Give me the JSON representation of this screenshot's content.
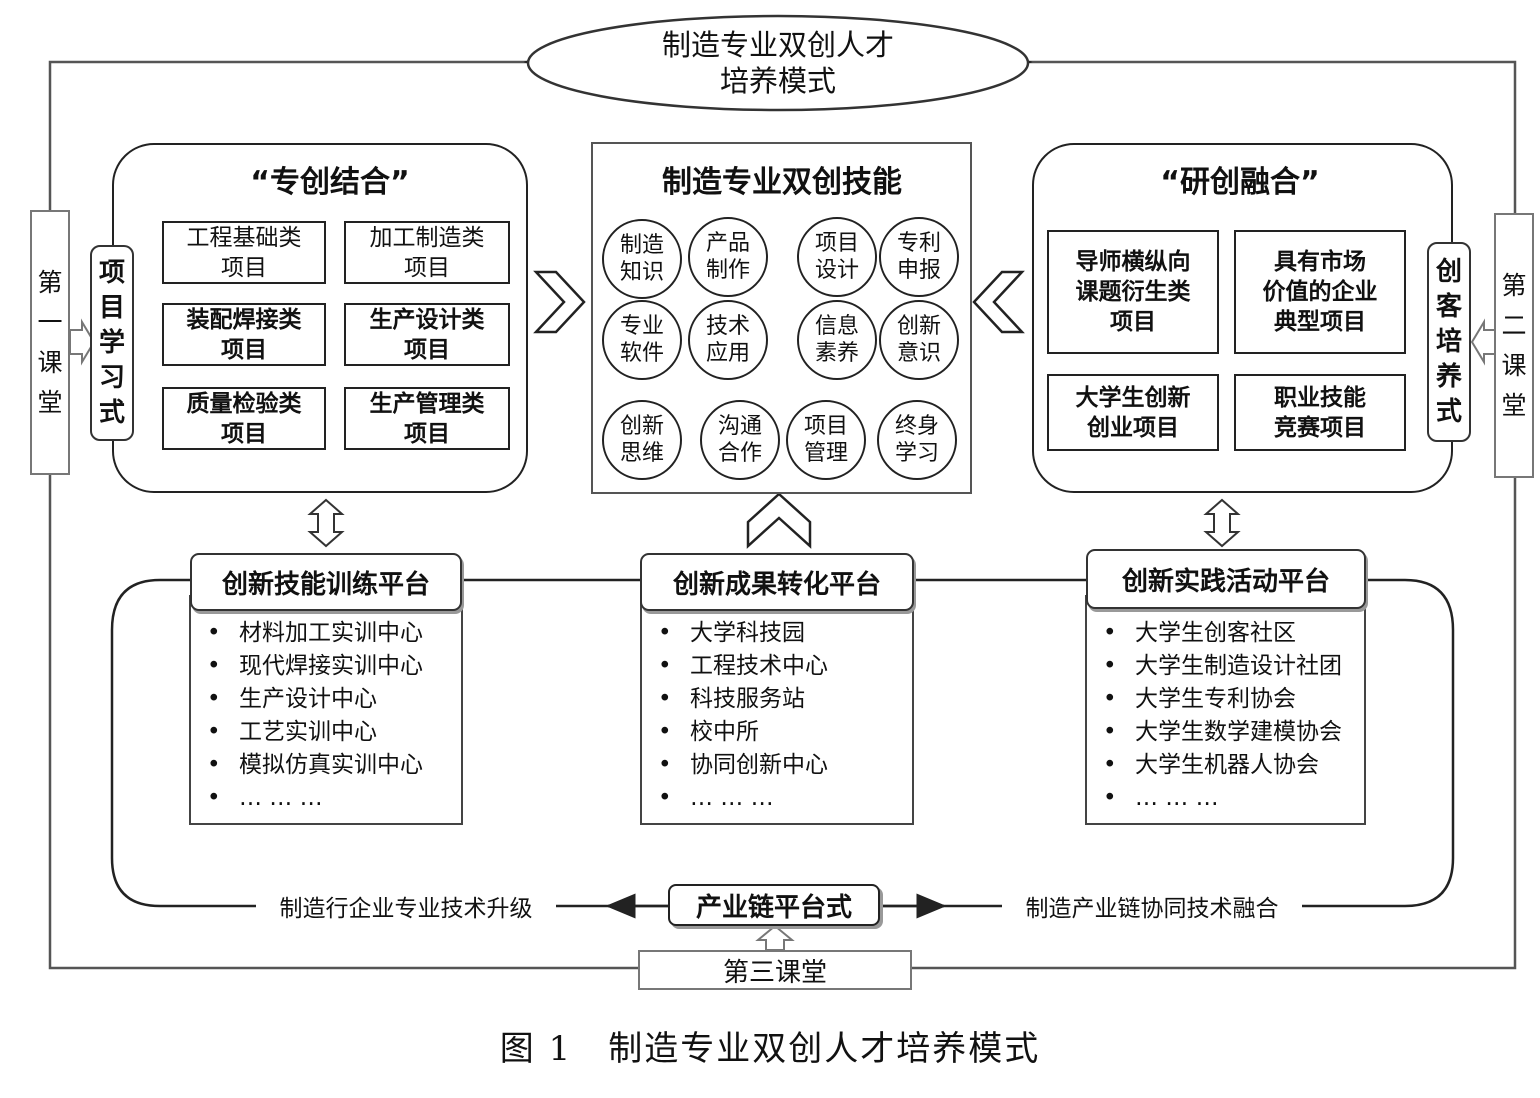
{
  "title": {
    "line1": "制造专业双创人才",
    "line2": "培养模式"
  },
  "left_panel": {
    "title": "“专创结合”",
    "mode": [
      "项",
      "目",
      "学",
      "习",
      "式"
    ],
    "items": [
      {
        "line1": "工程基础类",
        "line2": "项目"
      },
      {
        "line1": "加工制造类",
        "line2": "项目"
      },
      {
        "line1": "装配焊接类",
        "line2": "项目"
      },
      {
        "line1": "生产设计类",
        "line2": "项目"
      },
      {
        "line1": "质量检验类",
        "line2": "项目"
      },
      {
        "line1": "生产管理类",
        "line2": "项目"
      }
    ]
  },
  "center_panel": {
    "title": "制造专业双创技能",
    "skills": [
      {
        "line1": "制造",
        "line2": "知识"
      },
      {
        "line1": "产品",
        "line2": "制作"
      },
      {
        "line1": "项目",
        "line2": "设计"
      },
      {
        "line1": "专利",
        "line2": "申报"
      },
      {
        "line1": "专业",
        "line2": "软件"
      },
      {
        "line1": "技术",
        "line2": "应用"
      },
      {
        "line1": "信息",
        "line2": "素养"
      },
      {
        "line1": "创新",
        "line2": "意识"
      },
      {
        "line1": "创新",
        "line2": "思维"
      },
      {
        "line1": "沟通",
        "line2": "合作"
      },
      {
        "line1": "项目",
        "line2": "管理"
      },
      {
        "line1": "终身",
        "line2": "学习"
      }
    ]
  },
  "right_panel": {
    "title": "“研创融合”",
    "mode": [
      "创",
      "客",
      "培",
      "养",
      "式"
    ],
    "items": [
      {
        "lines": [
          "导师横纵向",
          "课题衍生类",
          "项目"
        ]
      },
      {
        "lines": [
          "具有市场",
          "价值的企业",
          "典型项目"
        ]
      },
      {
        "lines": [
          "大学生创新",
          "创业项目"
        ]
      },
      {
        "lines": [
          "职业技能",
          "竞赛项目"
        ]
      }
    ]
  },
  "side_labels": {
    "left": [
      "第",
      "一",
      "课",
      "堂"
    ],
    "right": [
      "第",
      "二",
      "课",
      "堂"
    ],
    "bottom": "第三课堂"
  },
  "platforms": [
    {
      "title": "创新技能训练平台",
      "items": [
        "材料加工实训中心",
        "现代焊接实训中心",
        "生产设计中心",
        "工艺实训中心",
        "模拟仿真实训中心",
        "… … …"
      ]
    },
    {
      "title": "创新成果转化平台",
      "items": [
        "大学科技园",
        "工程技术中心",
        "科技服务站",
        "校中所",
        "协同创新中心",
        "… … …"
      ]
    },
    {
      "title": "创新实践活动平台",
      "items": [
        "大学生创客社区",
        "大学生制造设计社团",
        "大学生专利协会",
        "大学生数学建模协会",
        "大学生机器人协会",
        "… … …"
      ]
    }
  ],
  "chain": {
    "center": "产业链平台式",
    "left": "制造行企业专业技术升级",
    "right": "制造产业链协同技术融合"
  },
  "caption": "图 1　制造专业双创人才培养模式"
}
